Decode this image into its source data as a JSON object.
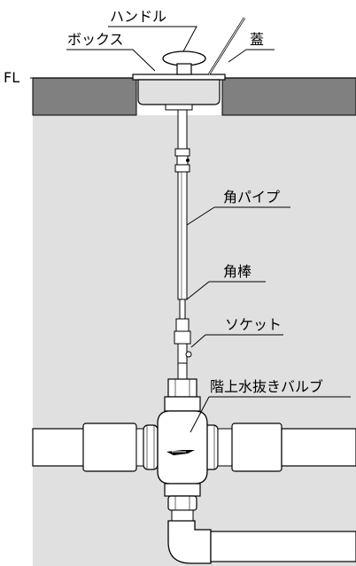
{
  "labels": {
    "handle": "ハンドル",
    "box": "ボックス",
    "lid": "蓋",
    "floor_line": "FL",
    "square_pipe": "角パイプ",
    "square_rod": "角棒",
    "socket": "ソケット",
    "valve": "階上水抜きバルブ"
  },
  "colors": {
    "floor_slab": "#808080",
    "wall_fill": "#e0e0e0",
    "outline": "#000000",
    "component_fill": "#ffffff"
  }
}
